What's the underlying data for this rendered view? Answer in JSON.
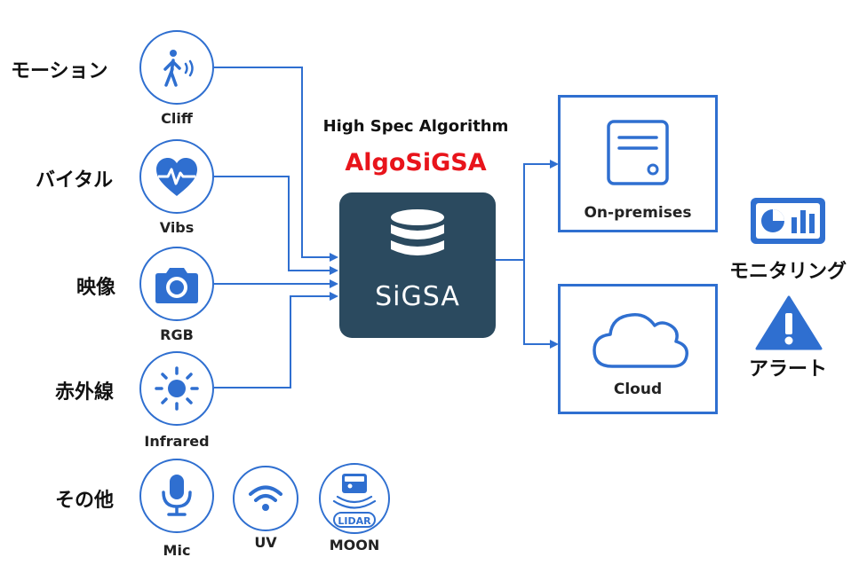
{
  "categories": [
    {
      "label": "モーション",
      "sensor": "Cliff",
      "icon": "walking-person-icon"
    },
    {
      "label": "バイタル",
      "sensor": "Vibs",
      "icon": "heart-pulse-icon"
    },
    {
      "label": "映像",
      "sensor": "RGB",
      "icon": "camera-icon"
    },
    {
      "label": "赤外線",
      "sensor": "Infrared",
      "icon": "sun-icon"
    }
  ],
  "other": {
    "label": "その他",
    "sensors": [
      {
        "label": "Mic",
        "icon": "microphone-icon"
      },
      {
        "label": "UV",
        "icon": "wifi-signal-icon"
      },
      {
        "label": "MOON",
        "icon": "lidar-device-icon",
        "badge": "LIDAR"
      }
    ]
  },
  "algorithm": {
    "subtitle": "High Spec Algorithm",
    "title": "AlgoSiGSA"
  },
  "hub": {
    "label": "SiGSA",
    "icon": "database-icon"
  },
  "destinations": [
    {
      "label": "On-premises",
      "icon": "server-icon"
    },
    {
      "label": "Cloud",
      "icon": "cloud-icon"
    }
  ],
  "outputs": [
    {
      "label": "モニタリング",
      "icon": "dashboard-chart-icon"
    },
    {
      "label": "アラート",
      "icon": "warning-triangle-icon"
    }
  ],
  "colors": {
    "accent": "#2f6fd0",
    "hub": "#2b4a5f",
    "title_red": "#e8141b"
  }
}
